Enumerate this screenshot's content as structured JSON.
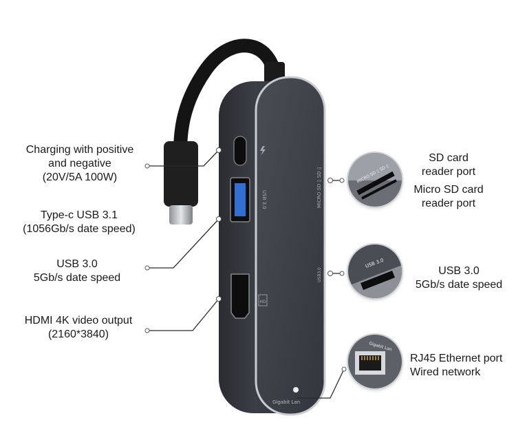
{
  "labels": {
    "charging": [
      "Charging with positive",
      "and negative",
      "(20V/5A 100W)"
    ],
    "typec": [
      "Type-c USB 3.1",
      "(1056Gb/s date speed)"
    ],
    "usb_left": [
      "USB 3.0",
      "5Gb/s date speed"
    ],
    "hdmi": [
      "HDMI 4K video output",
      "(2160*3840)"
    ],
    "sd": [
      "SD card",
      "reader port"
    ],
    "microsd": [
      "Micro SD card",
      "reader port"
    ],
    "usb_right": [
      "USB 3.0",
      "5Gb/s date speed"
    ],
    "rj45": [
      "RJ45 Ethernet port",
      "Wired network"
    ]
  },
  "device_text": {
    "usb_port_text": "USB 3.0",
    "card_slots_text": "MICRO SD ▯  SD ▯",
    "right_usb_text": "USB3.0",
    "hdmi_icon_text": "HD",
    "lan_text": "Gigabit Lan"
  },
  "zoom_text": {
    "sd_zoom": "MICRO SD ▯  SD ▯",
    "usb_zoom": "USB 3.0",
    "lan_zoom": "Gigabit Lan"
  },
  "colors": {
    "body": "#3a3d44",
    "edge": "#c9ccd2",
    "leader": "#2a2a2a",
    "usb_blue": "#2f6fd6"
  }
}
